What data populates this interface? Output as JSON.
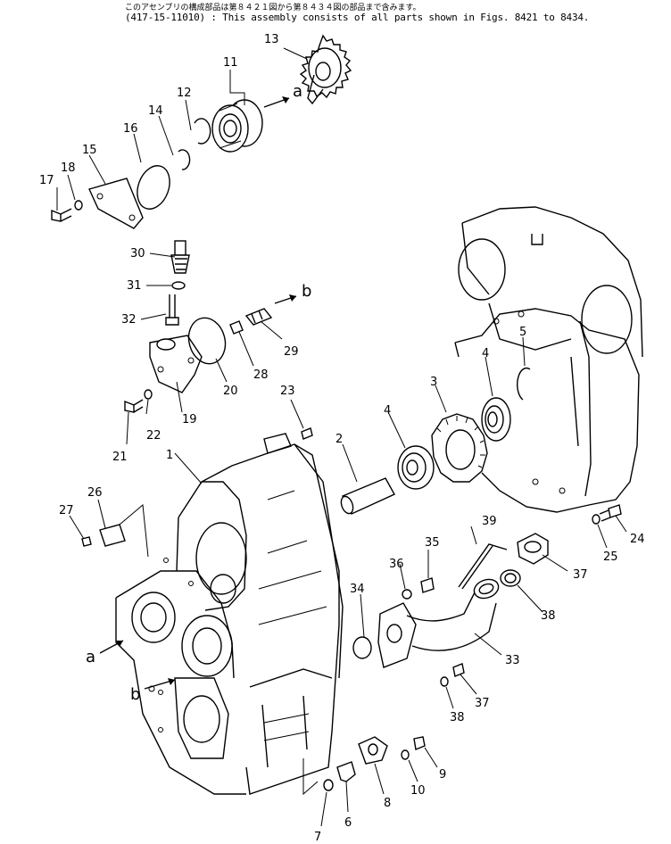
{
  "header": {
    "line1": "このアセンブリの構成部品は第８４２１図から第８４３４図の部品まで含みます。",
    "line2": "(417-15-11010) : This assembly consists of all parts shown in Figs. 8421 to 8434."
  },
  "callouts": {
    "n1": "1",
    "n2": "2",
    "n3": "3",
    "n4a": "4",
    "n4b": "4",
    "n5": "5",
    "n6": "6",
    "n7": "7",
    "n8": "8",
    "n9": "9",
    "n10": "10",
    "n11": "11",
    "n12": "12",
    "n13": "13",
    "n14": "14",
    "n15": "15",
    "n16": "16",
    "n17": "17",
    "n18": "18",
    "n19": "19",
    "n20": "20",
    "n21": "21",
    "n22": "22",
    "n23": "23",
    "n24": "24",
    "n25": "25",
    "n26": "26",
    "n27": "27",
    "n28": "28",
    "n29": "29",
    "n30": "30",
    "n31": "31",
    "n32": "32",
    "n33": "33",
    "n34": "34",
    "n35": "35",
    "n36": "36",
    "n37a": "37",
    "n37b": "37",
    "n38a": "38",
    "n38b": "38",
    "n39": "39"
  },
  "refs": {
    "a_top": "a",
    "b_top": "b",
    "a_left": "a",
    "b_left": "b"
  },
  "colors": {
    "line": "#000000",
    "background": "#ffffff"
  }
}
